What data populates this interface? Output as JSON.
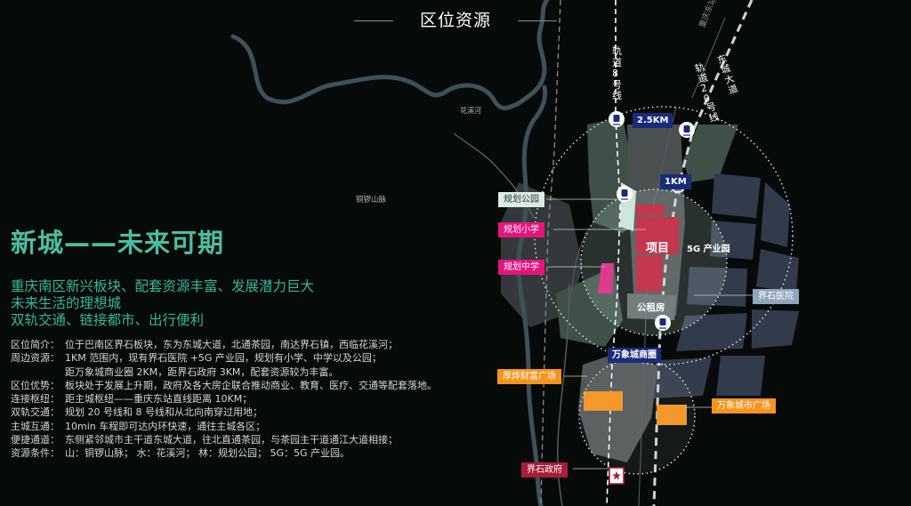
{
  "header": {
    "title": "区位资源"
  },
  "colors": {
    "accent": "#49bfa0",
    "pink": "#e4157e",
    "orange": "#f7941d",
    "red": "#a81d3a",
    "navy": "#1a2b7a",
    "project": "#c4122f"
  },
  "map": {
    "river_label": "花溪河",
    "mountain_label": "铜锣山脉",
    "metro_line_8": "轨道8号线",
    "metro_line_20": "轨道20号线",
    "dongcheng_avenue": "东城大道",
    "east_station_direction": "重庆东站方向",
    "radius_outer": "2.5KM",
    "radius_inner": "1KM",
    "project_label": "项目",
    "industrial_park": "5G 产业园",
    "rental_housing": "公租房",
    "planned_park": "规划公园",
    "planned_primary_school": "规划小学",
    "planned_middle_school": "规划中学",
    "jieshi_hospital": "界石医院",
    "wanxiang_mall": "万象城商圈",
    "houying_plaza": "厚烨财富广场",
    "wanxiang_plaza": "万象城市广场",
    "jieshi_government": "界石政府"
  },
  "left": {
    "headline": "新城——未来可期",
    "sub1": "重庆南区新兴板块、配套资源丰富、发展潜力巨大",
    "sub2": "未来生活的理想城",
    "sub3": "双轨交通、链接都市、出行便利",
    "rows": [
      {
        "k": "区位简介：",
        "v": "位于巴南区界石板块，东为东城大道，北通茶园，南达界石镇，西临花溪河；"
      },
      {
        "k": "周边资源：",
        "v": "1KM 范围内，现有界石医院 +5G 产业园，规划有小学、中学以及公园；"
      },
      {
        "k": "",
        "v": "距万象城商业圈 2KM，距界石政府 3KM，配套资源较为丰富。"
      },
      {
        "k": "区位优势：",
        "v": "板块处于发展上升期，政府及各大房企联合推动商业、教育、医疗、交通等配套落地。"
      },
      {
        "k": "连接枢纽：",
        "v": "距主城枢纽——重庆东站直线距离 10KM；"
      },
      {
        "k": "双轨交通：",
        "v": "规划 20 号线和 8 号线和从北向南穿过用地；"
      },
      {
        "k": "主城互通：",
        "v": "10min 车程即可达内环快速，通往主城各区；"
      },
      {
        "k": "便捷通道：",
        "v": "东侧紧邻城市主干道东城大道，往北直通茶园，与茶园主干道通江大道相接；"
      },
      {
        "k": "资源条件：",
        "v": "山：铜锣山脉；   水：花溪河；   林：规划公园；   5G：5G 产业园。"
      }
    ]
  }
}
